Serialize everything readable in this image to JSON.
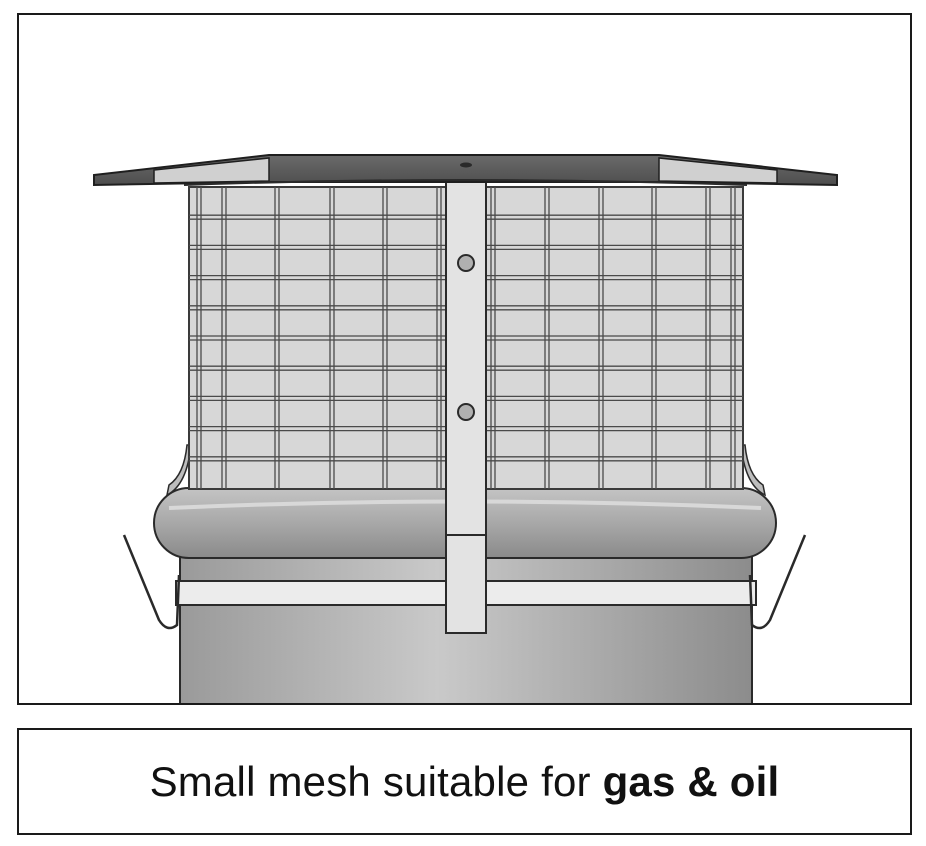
{
  "caption": {
    "regular": "Small mesh suitable for ",
    "bold": "gas & oil"
  },
  "colors": {
    "frame": "#1a1a1a",
    "metal_dark": "#6e6e6e",
    "metal_mid": "#b5b5b5",
    "metal_light": "#e6e6e6",
    "mesh_line": "#4a4a4a"
  },
  "illustration": {
    "subject": "chimney-cowl-with-mesh-guard"
  }
}
